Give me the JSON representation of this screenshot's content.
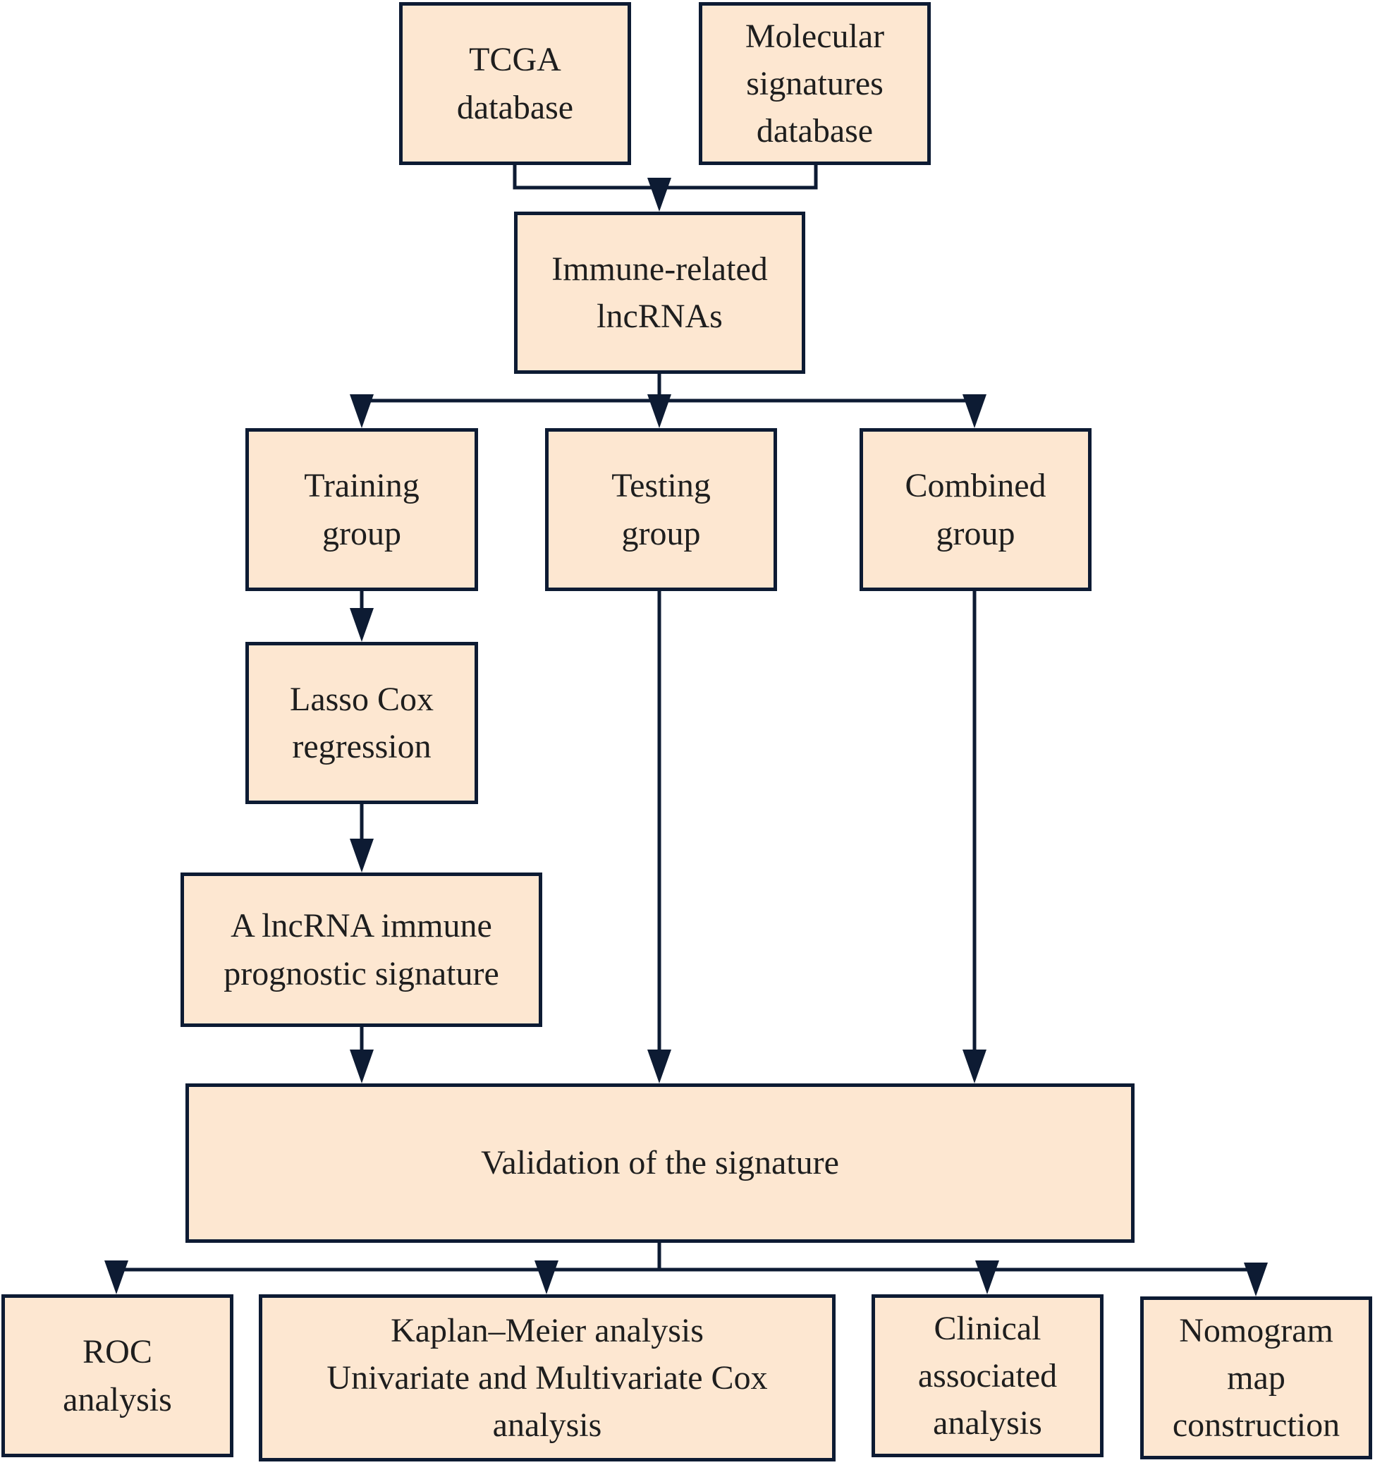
{
  "colors": {
    "node_fill": "#fde7d1",
    "node_border": "#0d1b33",
    "connector": "#0d1b33",
    "text": "#1e1e1e"
  },
  "nodes": {
    "tcga": {
      "lines": [
        "TCGA",
        "database"
      ]
    },
    "msigdb": {
      "lines": [
        "Molecular",
        "signatures",
        "database"
      ]
    },
    "immune_lncrnas": {
      "lines": [
        "Immune-related",
        "lncRNAs"
      ]
    },
    "training": {
      "lines": [
        "Training",
        "group"
      ]
    },
    "testing": {
      "lines": [
        "Testing",
        "group"
      ]
    },
    "combined": {
      "lines": [
        "Combined",
        "group"
      ]
    },
    "lasso": {
      "lines": [
        "Lasso Cox",
        "regression"
      ]
    },
    "signature": {
      "lines": [
        "A lncRNA immune",
        "prognostic signature"
      ]
    },
    "validation": {
      "lines": [
        "Validation of the signature"
      ]
    },
    "roc": {
      "lines": [
        "ROC",
        "analysis"
      ]
    },
    "km": {
      "lines": [
        "Kaplan–Meier analysis",
        "Univariate and Multivariate Cox",
        "analysis"
      ]
    },
    "clinical": {
      "lines": [
        "Clinical",
        "associated",
        "analysis"
      ]
    },
    "nomogram": {
      "lines": [
        "Nomogram",
        "map",
        "construction"
      ]
    }
  }
}
